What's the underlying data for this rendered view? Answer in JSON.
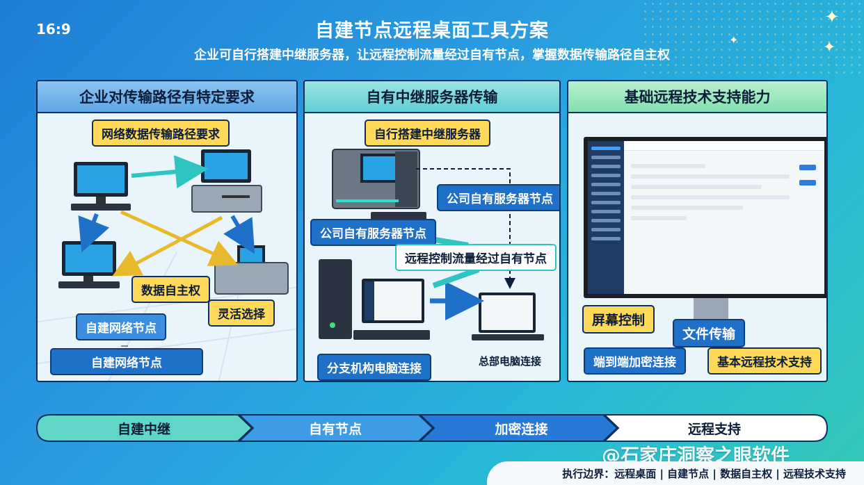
{
  "header": {
    "ratio": "16:9",
    "title": "自建节点远程桌面工具方案",
    "subtitle": "企业可自行搭建中继服务器，让远程控制流量经过自有节点，掌握数据传输路径自主权"
  },
  "panels": [
    {
      "title": "企业对传输路径有特定要求",
      "labels": {
        "top": "网络数据传输路径要求",
        "data_sovereignty": "数据自主权",
        "flexible": "灵活选择",
        "node1": "自建网络节点",
        "node2": "自建网络节点"
      }
    },
    {
      "title": "自有中继服务器传输",
      "labels": {
        "top": "自行搭建中继服务器",
        "company_node_right": "公司自有服务器节点",
        "company_node_left": "公司自有服务器节点",
        "traffic": "远程控制流量经过自有节点",
        "branch": "分支机构电脑连接",
        "hq": "总部电脑连接"
      }
    },
    {
      "title": "基础远程技术支持能力",
      "labels": {
        "screen_control": "屏幕控制",
        "file_transfer": "文件传输",
        "e2e": "端到端加密连接",
        "basic_support": "基本远程技术支持"
      }
    }
  ],
  "steps": [
    "自建中继",
    "自有节点",
    "加密连接",
    "远程支持"
  ],
  "footer": "执行边界：远程桌面 | 自建节点 | 数据自主权 | 远程技术支持",
  "watermark": "@石家庄洞察之眼软件",
  "colors": {
    "accent_yellow": "#ffd95a",
    "accent_blue": "#1f70c9",
    "frame": "#0d2f5c"
  }
}
